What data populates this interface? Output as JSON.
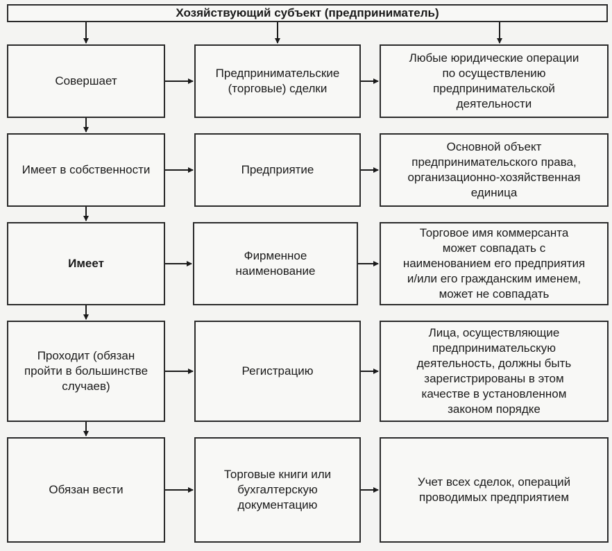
{
  "diagram": {
    "title": "Хозяйствующий субъект (предприниматель)",
    "rows": [
      {
        "left": "Совершает",
        "middle": "Предпринимательские\n(торговые) сделки",
        "right": "Любые юридические операции\nпо осуществлению\nпредпринимательской\nдеятельности"
      },
      {
        "left": "Имеет в собственности",
        "middle": "Предприятие",
        "right": "Основной объект\nпредпринимательского права,\nорганизационно-хозяйственная\nединица"
      },
      {
        "left": "Имеет",
        "middle": "Фирменное\nнаименование",
        "right": "Торговое имя коммерсанта\nможет совпадать с\nнаименованием его предприятия\nи/или его гражданским именем,\nможет не совпадать"
      },
      {
        "left": "Проходит (обязан\nпройти в большинстве\nслучаев)",
        "middle": "Регистрацию",
        "right": "Лица, осуществляющие\nпредпринимательскую\nдеятельность, должны быть\nзарегистрированы в этом\nкачестве в установленном\nзаконом порядке"
      },
      {
        "left": "Обязан вести",
        "middle": "Торговые книги или\nбухгалтерскую\nдокументацию",
        "right": "Учет всех сделок, операций\nпроводимых предприятием"
      }
    ]
  }
}
